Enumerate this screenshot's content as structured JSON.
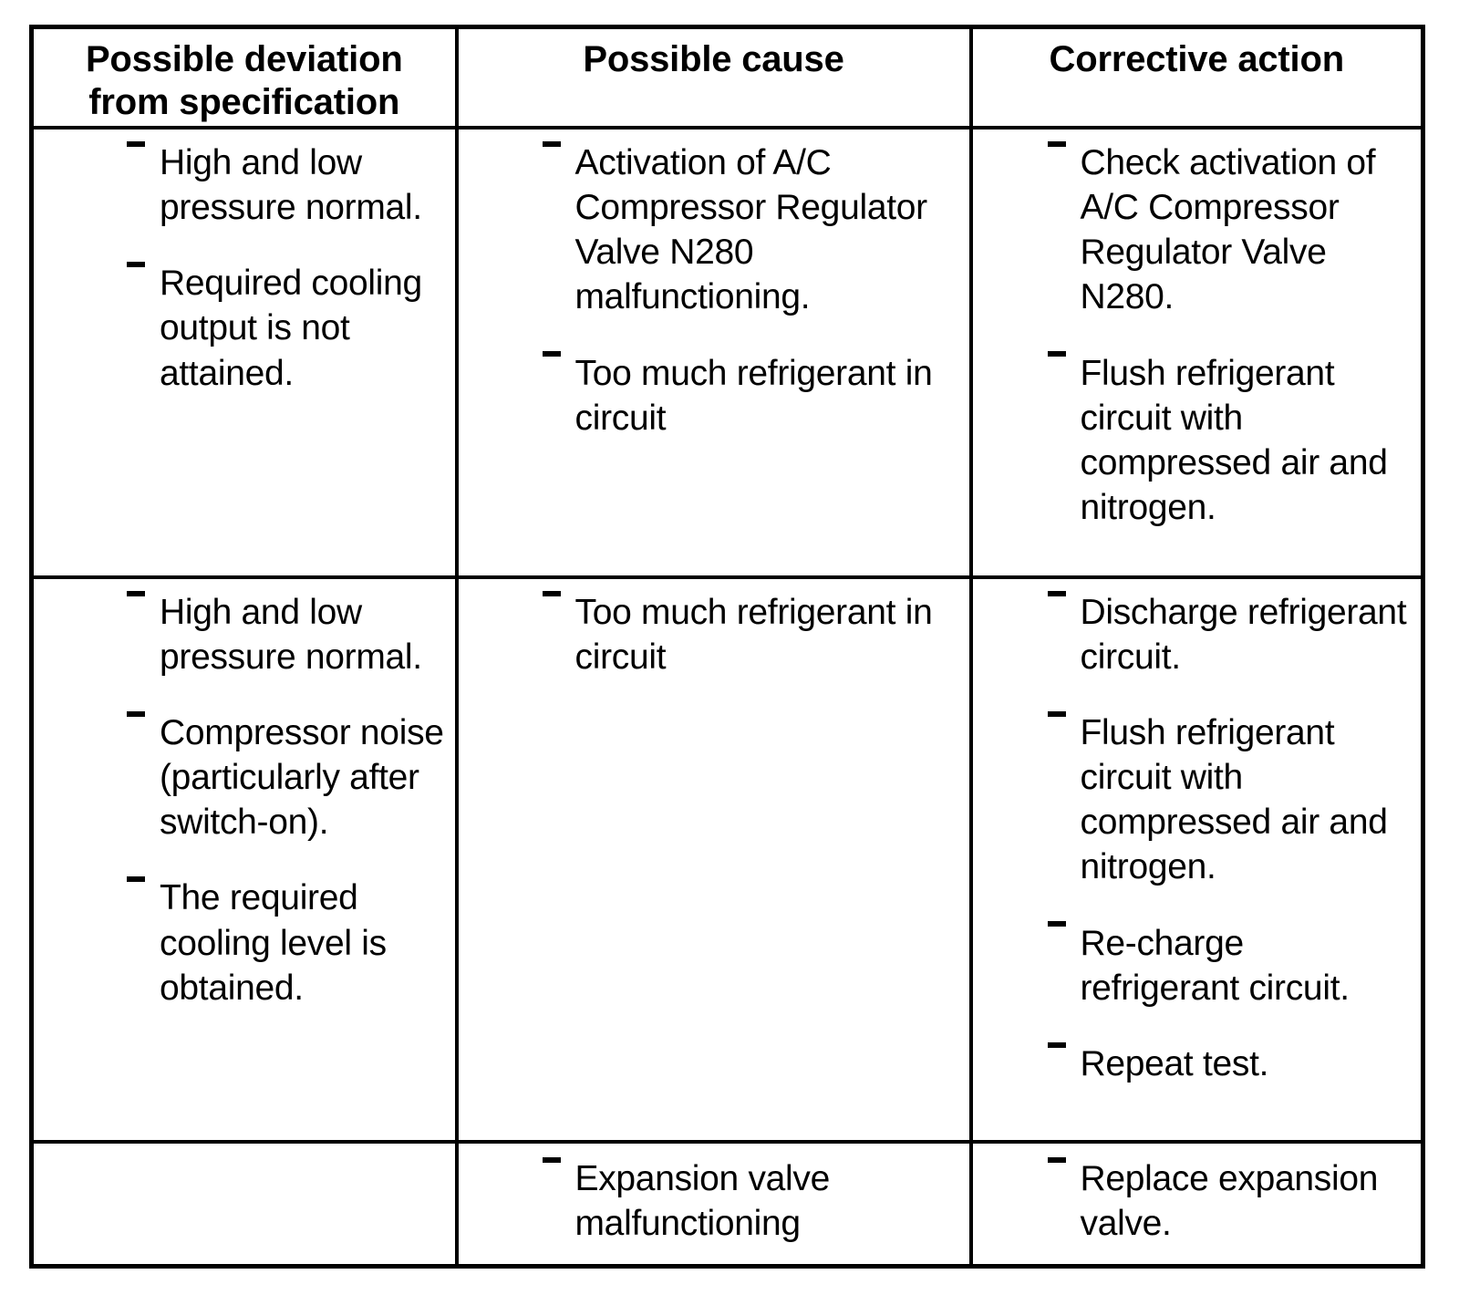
{
  "table": {
    "headers": [
      {
        "line1": "Possible deviation",
        "line2": "from specification"
      },
      {
        "line1": "Possible cause",
        "line2": ""
      },
      {
        "line1": "Corrective action",
        "line2": ""
      }
    ],
    "rows": [
      {
        "deviation": [
          "High and low pressure normal.",
          "Required cooling output is not attained."
        ],
        "cause": [
          "Activation of A/C Compressor Regulator Valve N280 malfunctioning.",
          "Too much refrigerant in circuit"
        ],
        "action": [
          "Check activation of A/C Compressor Regulator Valve N280.",
          "Flush refrigerant circuit with compressed air and nitrogen."
        ]
      },
      {
        "deviation": [
          "High and low pressure normal.",
          "Compressor noise (particularly after switch-on).",
          "The required cooling level is obtained."
        ],
        "cause": [
          "Too much refrigerant in circuit"
        ],
        "action": [
          "Discharge refrigerant circuit.",
          "Flush refrigerant circuit with compressed air and nitrogen.",
          "Re-charge refrigerant circuit.",
          "Repeat test."
        ]
      },
      {
        "deviation": [],
        "cause": [
          "Expansion valve malfunctioning"
        ],
        "action": [
          "Replace expansion valve."
        ]
      }
    ]
  },
  "style": {
    "border_color": "#000000",
    "text_color": "#000000",
    "background": "#ffffff"
  }
}
